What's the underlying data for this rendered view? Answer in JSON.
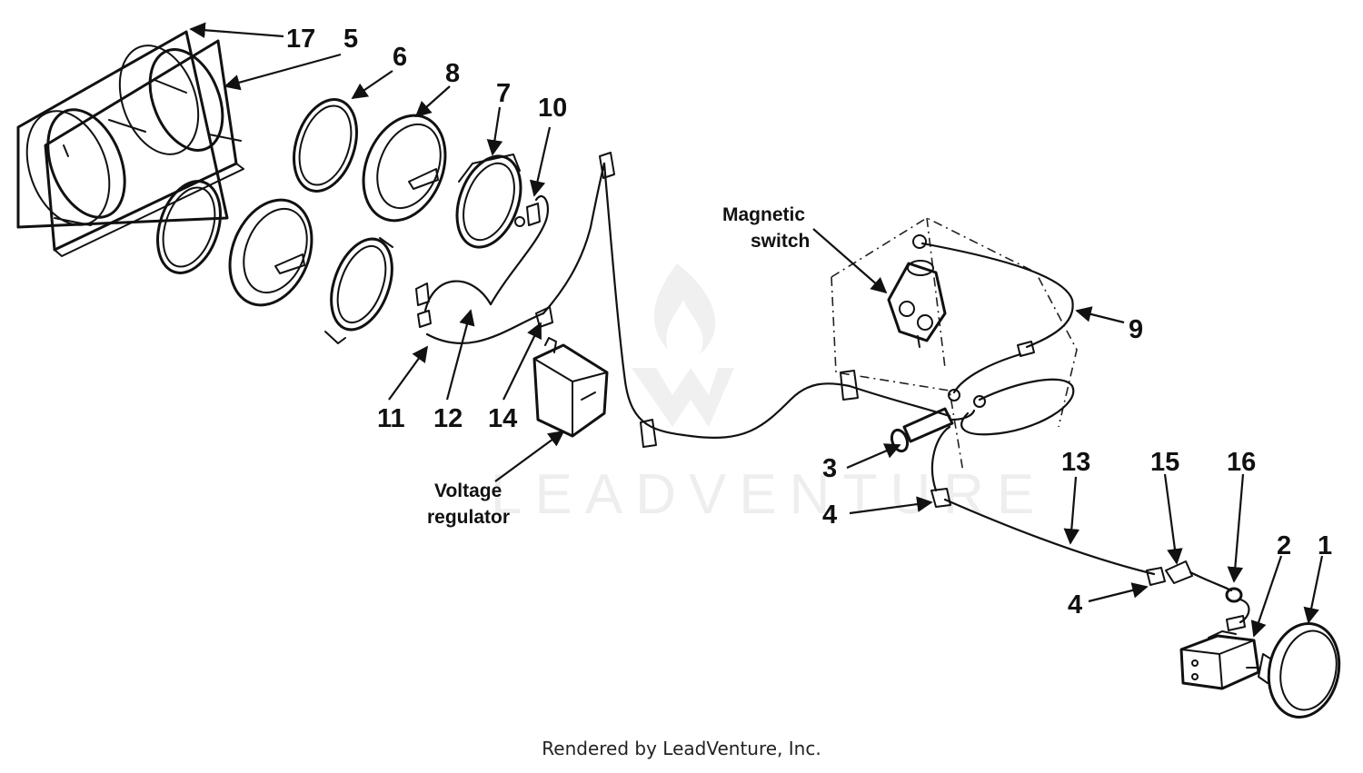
{
  "callouts": {
    "n1": "1",
    "n2": "2",
    "n3": "3",
    "n4a": "4",
    "n4b": "4",
    "n5": "5",
    "n6": "6",
    "n7": "7",
    "n8": "8",
    "n9": "9",
    "n10": "10",
    "n11": "11",
    "n12": "12",
    "n13": "13",
    "n14": "14",
    "n15": "15",
    "n16": "16",
    "n17": "17"
  },
  "labels": {
    "magnetic_switch_line1": "Magnetic",
    "magnetic_switch_line2": "switch",
    "voltage_regulator_line1": "Voltage",
    "voltage_regulator_line2": "regulator"
  },
  "watermark": "LEADVENTURE",
  "footer": "Rendered by LeadVenture, Inc."
}
